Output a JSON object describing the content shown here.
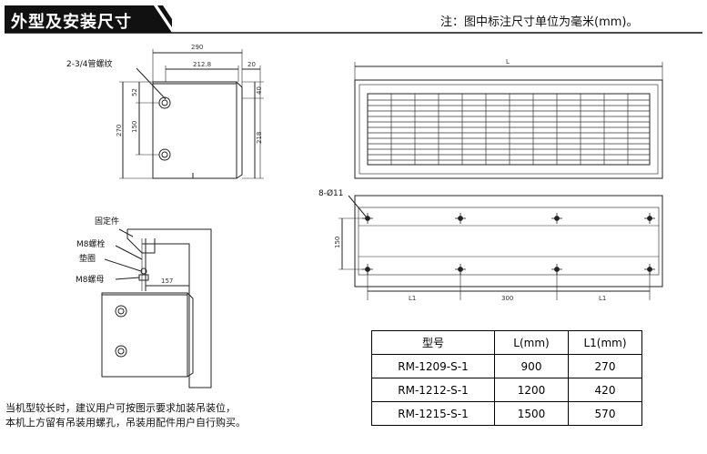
{
  "header": {
    "title": "外型及安装尺寸",
    "note": "注：图中标注尺寸单位为毫米(mm)。"
  },
  "side_view": {
    "pipe_label": "2-3/4管螺纹",
    "dims": {
      "overall_width": "290",
      "inner_width": "212.8",
      "offset": "20",
      "top_small": "40",
      "right_height": "218",
      "left_height": "270",
      "top_pipe": "52",
      "pipe_spacing": "150"
    }
  },
  "front_view": {
    "length_label": "L"
  },
  "bottom_view": {
    "hole_label": "8-Ø11",
    "height": "150",
    "l1_left": "L1",
    "center": "300",
    "l1_right": "L1"
  },
  "mount_view": {
    "bracket": "固定件",
    "bolt": "M8螺栓",
    "washer": "垫圈",
    "nut": "M8螺母",
    "distance": "157"
  },
  "spec_table": {
    "headers": [
      "型号",
      "L(mm)",
      "L1(mm)"
    ],
    "rows": [
      [
        "RM-1209-S-1",
        "900",
        "270"
      ],
      [
        "RM-1212-S-1",
        "1200",
        "420"
      ],
      [
        "RM-1215-S-1",
        "1500",
        "570"
      ]
    ]
  },
  "bottom_note": {
    "line1": "当机型较长时，建议用户可按图示要求加装吊装位，",
    "line2": "本机上方留有吊装用螺孔，吊装用配件用户自行购买。"
  }
}
